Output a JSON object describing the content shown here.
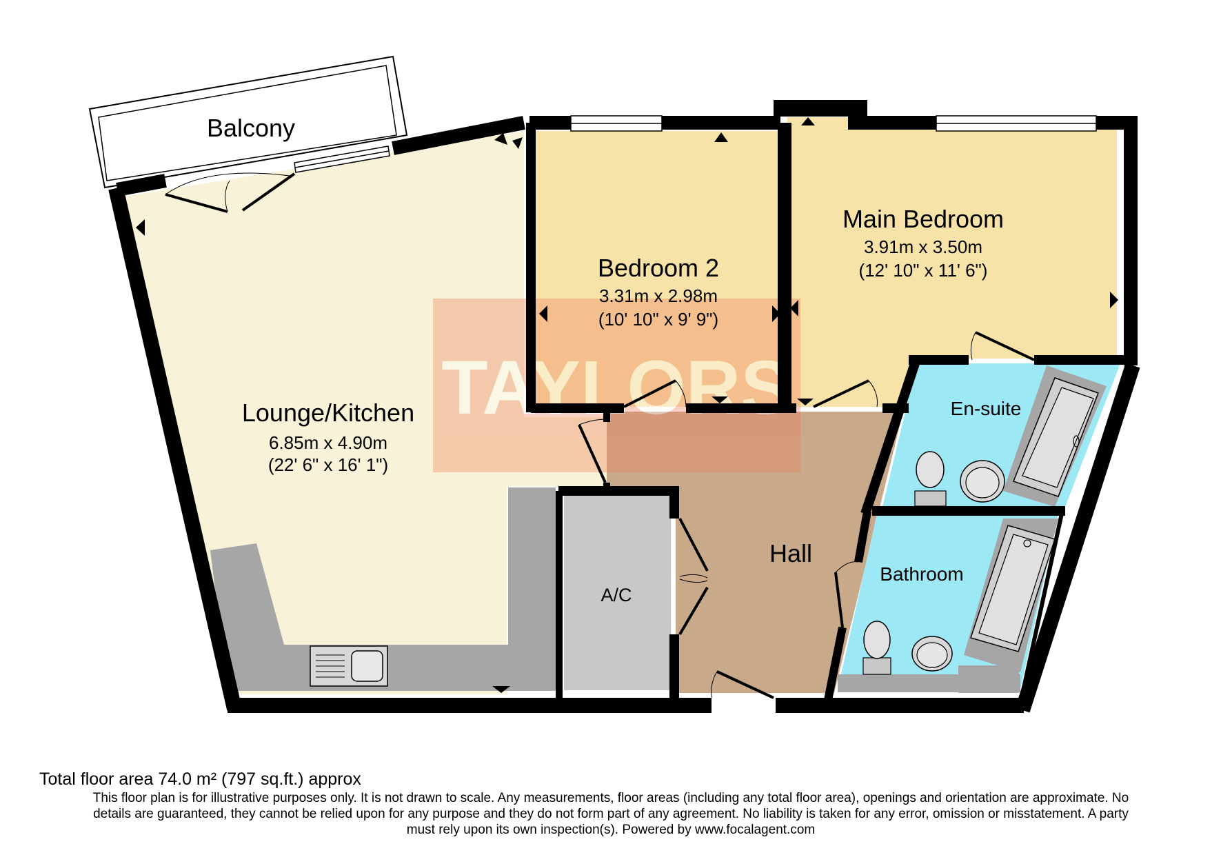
{
  "colors": {
    "lounge": "#f8f3d8",
    "bedroom": "#f7e3a8",
    "hall": "#c8a98a",
    "wet_room": "#9de8f5",
    "fitted": "#a6a6a6",
    "cupboard": "#c8c8c8",
    "wall": "#000000",
    "watermark": "#ef7d5a"
  },
  "watermark": {
    "text": "TAYLORS"
  },
  "rooms": {
    "balcony": {
      "name": "Balcony"
    },
    "lounge": {
      "name": "Lounge/Kitchen",
      "dims_m": "6.85m x 4.90m",
      "dims_ft": "(22' 6\" x 16' 1\")"
    },
    "bedroom2": {
      "name": "Bedroom 2",
      "dims_m": "3.31m x 2.98m",
      "dims_ft": "(10' 10\" x 9' 9\")"
    },
    "main_bedroom": {
      "name": "Main Bedroom",
      "dims_m": "3.91m x 3.50m",
      "dims_ft": "(12' 10\" x 11' 6\")"
    },
    "ensuite": {
      "name": "En-suite"
    },
    "bathroom": {
      "name": "Bathroom"
    },
    "hall": {
      "name": "Hall"
    },
    "ac": {
      "name": "A/C"
    }
  },
  "footer": {
    "total_area": "Total floor area 74.0 m² (797 sq.ft.) approx",
    "disclaimer_1": "This floor plan is for illustrative purposes only. It is not drawn to scale. Any measurements, floor areas (including any total floor area), openings and orientation are approximate. No",
    "disclaimer_2": "details are guaranteed, they cannot be relied upon for any purpose and they do not form part of any agreement. No liability is taken for any error, omission or misstatement. A party",
    "disclaimer_3": "must rely upon its own inspection(s). Powered by www.focalagent.com"
  }
}
